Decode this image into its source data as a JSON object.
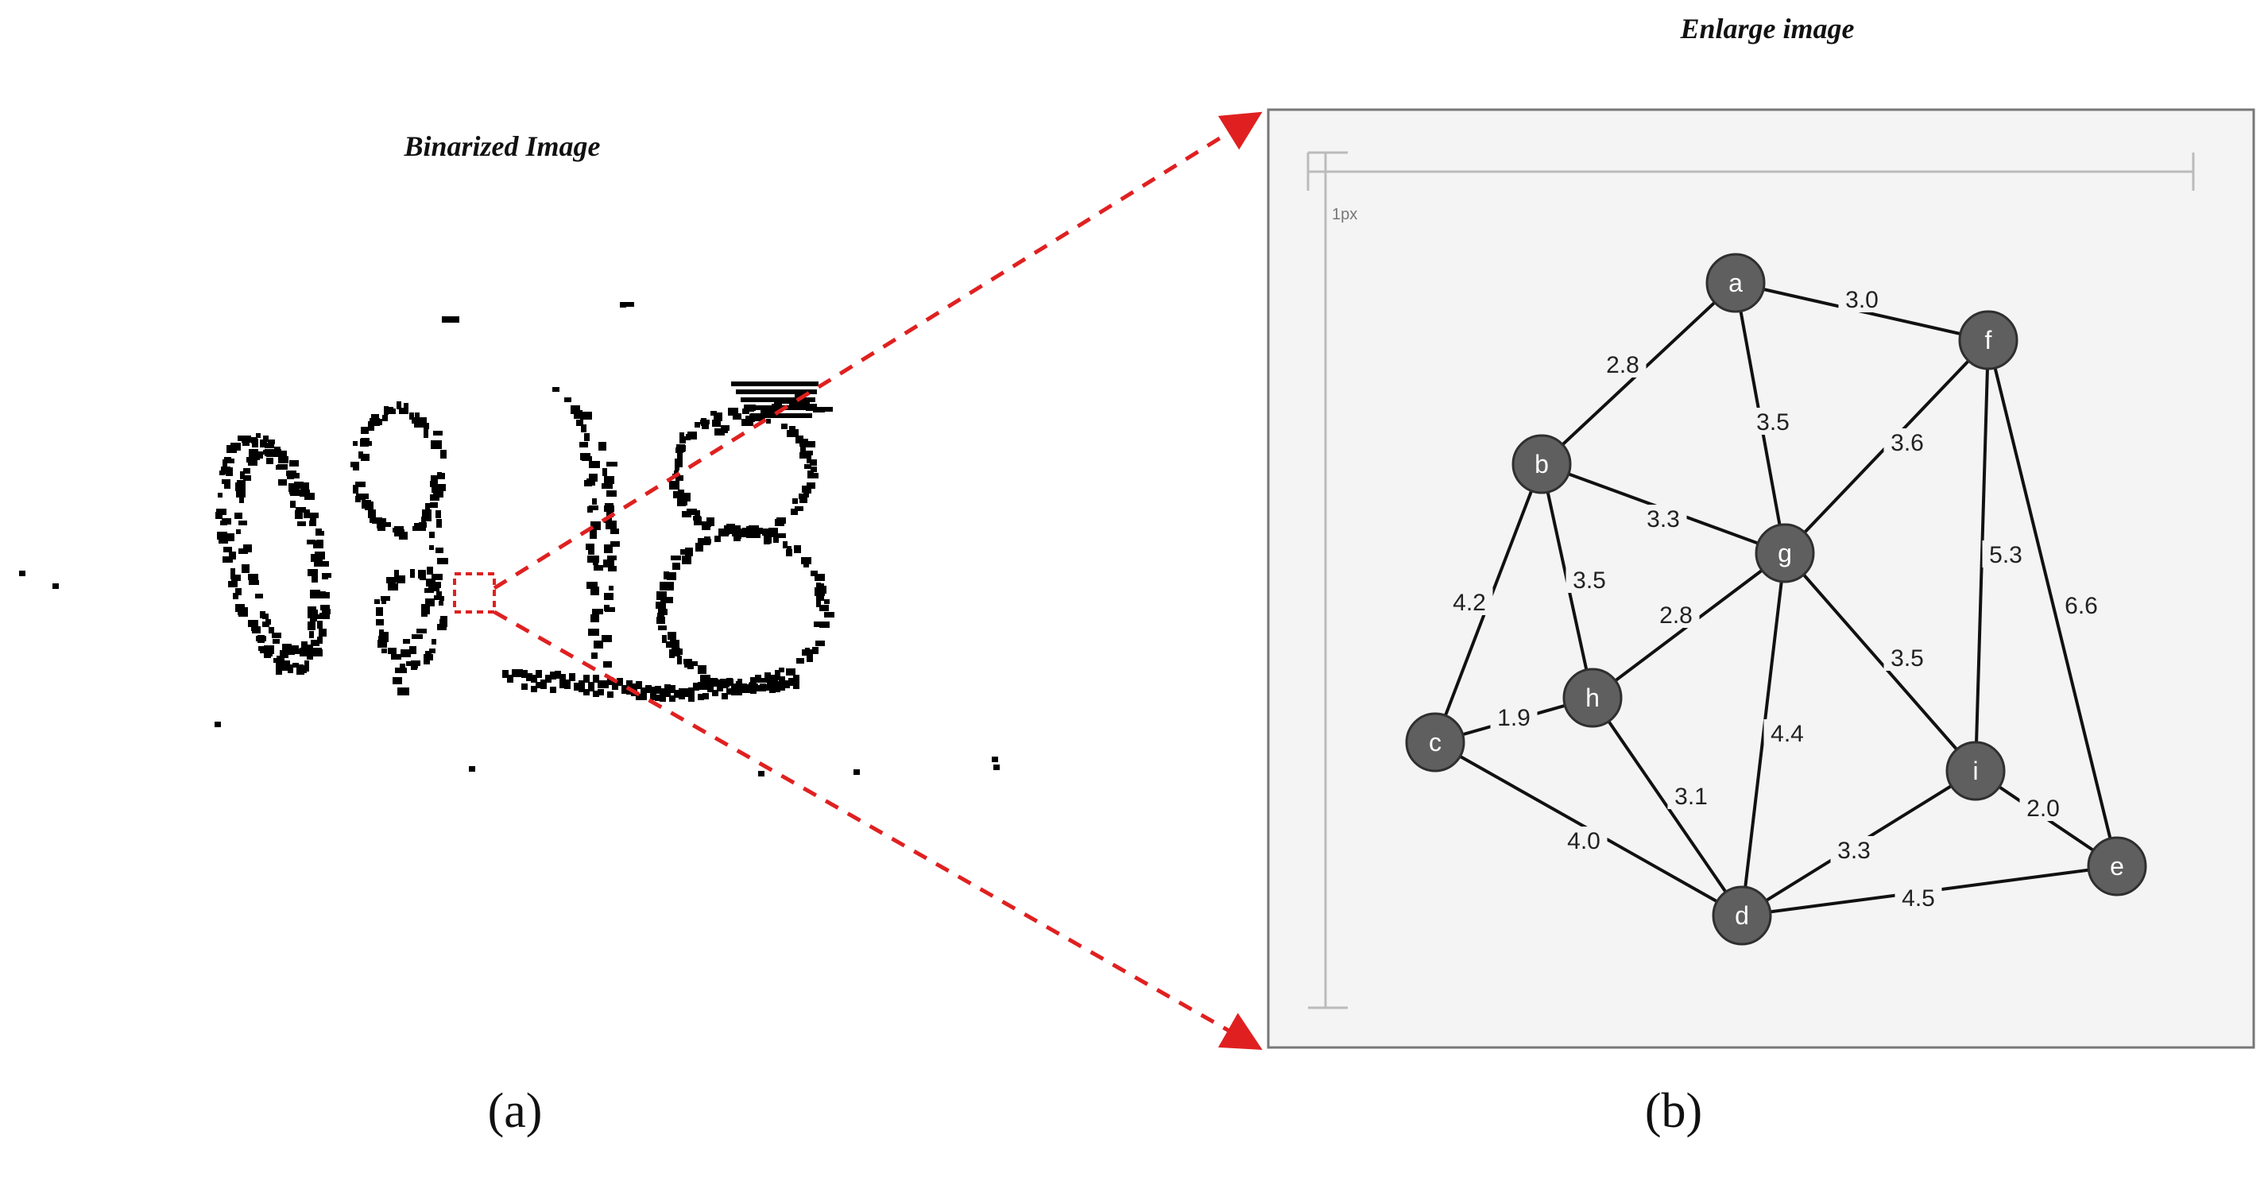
{
  "panel_a": {
    "title": "Binarized Image",
    "label": "(a)"
  },
  "panel_b": {
    "title": "Enlarge image",
    "label": "(b)",
    "scale_label": "1px"
  },
  "colors": {
    "zoom_arrow": "#e02020",
    "panel_background": "#f4f4f4",
    "panel_border": "#777777",
    "node_fill": "#5f5f5f",
    "edge": "#111111",
    "scale_bar": "#bbbbbb"
  },
  "graph": {
    "nodes": [
      {
        "id": "a",
        "label": "a"
      },
      {
        "id": "b",
        "label": "b"
      },
      {
        "id": "c",
        "label": "c"
      },
      {
        "id": "d",
        "label": "d"
      },
      {
        "id": "e",
        "label": "e"
      },
      {
        "id": "f",
        "label": "f"
      },
      {
        "id": "g",
        "label": "g"
      },
      {
        "id": "h",
        "label": "h"
      },
      {
        "id": "i",
        "label": "i"
      }
    ],
    "edges": [
      {
        "from": "a",
        "to": "f",
        "weight": "3.0"
      },
      {
        "from": "a",
        "to": "b",
        "weight": "2.8"
      },
      {
        "from": "a",
        "to": "g",
        "weight": "3.5"
      },
      {
        "from": "f",
        "to": "g",
        "weight": "3.6"
      },
      {
        "from": "b",
        "to": "g",
        "weight": "3.3"
      },
      {
        "from": "f",
        "to": "i",
        "weight": "5.3"
      },
      {
        "from": "f",
        "to": "e",
        "weight": "6.6"
      },
      {
        "from": "b",
        "to": "c",
        "weight": "4.2"
      },
      {
        "from": "b",
        "to": "h",
        "weight": "3.5"
      },
      {
        "from": "g",
        "to": "h",
        "weight": "2.8"
      },
      {
        "from": "g",
        "to": "i",
        "weight": "3.5"
      },
      {
        "from": "g",
        "to": "d",
        "weight": "4.4"
      },
      {
        "from": "c",
        "to": "h",
        "weight": "1.9"
      },
      {
        "from": "i",
        "to": "e",
        "weight": "2.0"
      },
      {
        "from": "h",
        "to": "d",
        "weight": "3.1"
      },
      {
        "from": "c",
        "to": "d",
        "weight": "4.0"
      },
      {
        "from": "i",
        "to": "d",
        "weight": "3.3"
      },
      {
        "from": "d",
        "to": "e",
        "weight": "4.5"
      }
    ]
  }
}
